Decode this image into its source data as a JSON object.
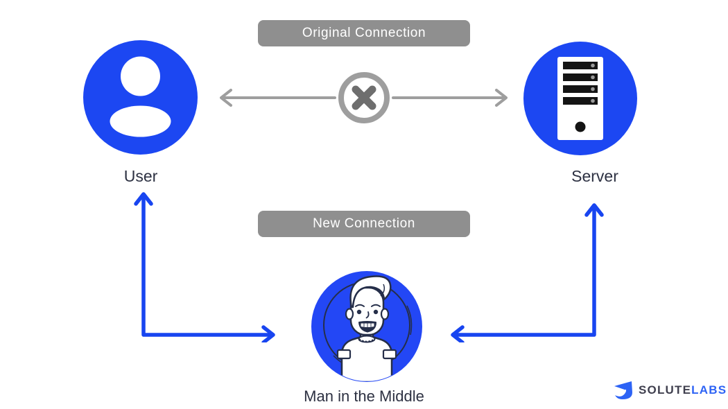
{
  "badges": {
    "original_connection": "Original Connection",
    "new_connection": "New Connection"
  },
  "nodes": {
    "user": {
      "label": "User",
      "icon": "user-icon"
    },
    "server": {
      "label": "Server",
      "icon": "server-icon"
    },
    "man_in_the_middle": {
      "label": "Man in the Middle",
      "icon": "man-avatar-icon"
    }
  },
  "connections": {
    "original": {
      "between": [
        "user",
        "server"
      ],
      "status": "broken",
      "icon": "x-circle-icon"
    },
    "new_to_user": {
      "between": [
        "man_in_the_middle",
        "user"
      ]
    },
    "new_to_server": {
      "between": [
        "man_in_the_middle",
        "server"
      ]
    }
  },
  "logo": {
    "text_primary": "SOLUTE",
    "text_accent": "LABS",
    "icon": "solutelabs-mark-icon"
  },
  "colors": {
    "node_blue": "#1c47f2",
    "mitm_blue": "#2347f5",
    "arrow_blue": "#1845f0",
    "badge_gray": "#8f8f8f",
    "connector_gray": "#9e9e9e",
    "x_gray": "#6e6e6e",
    "label_dark": "#2d3142",
    "avatar_outline": "#252e49",
    "logo_dark": "#3f3f4e",
    "logo_blue": "#2d63f5"
  }
}
